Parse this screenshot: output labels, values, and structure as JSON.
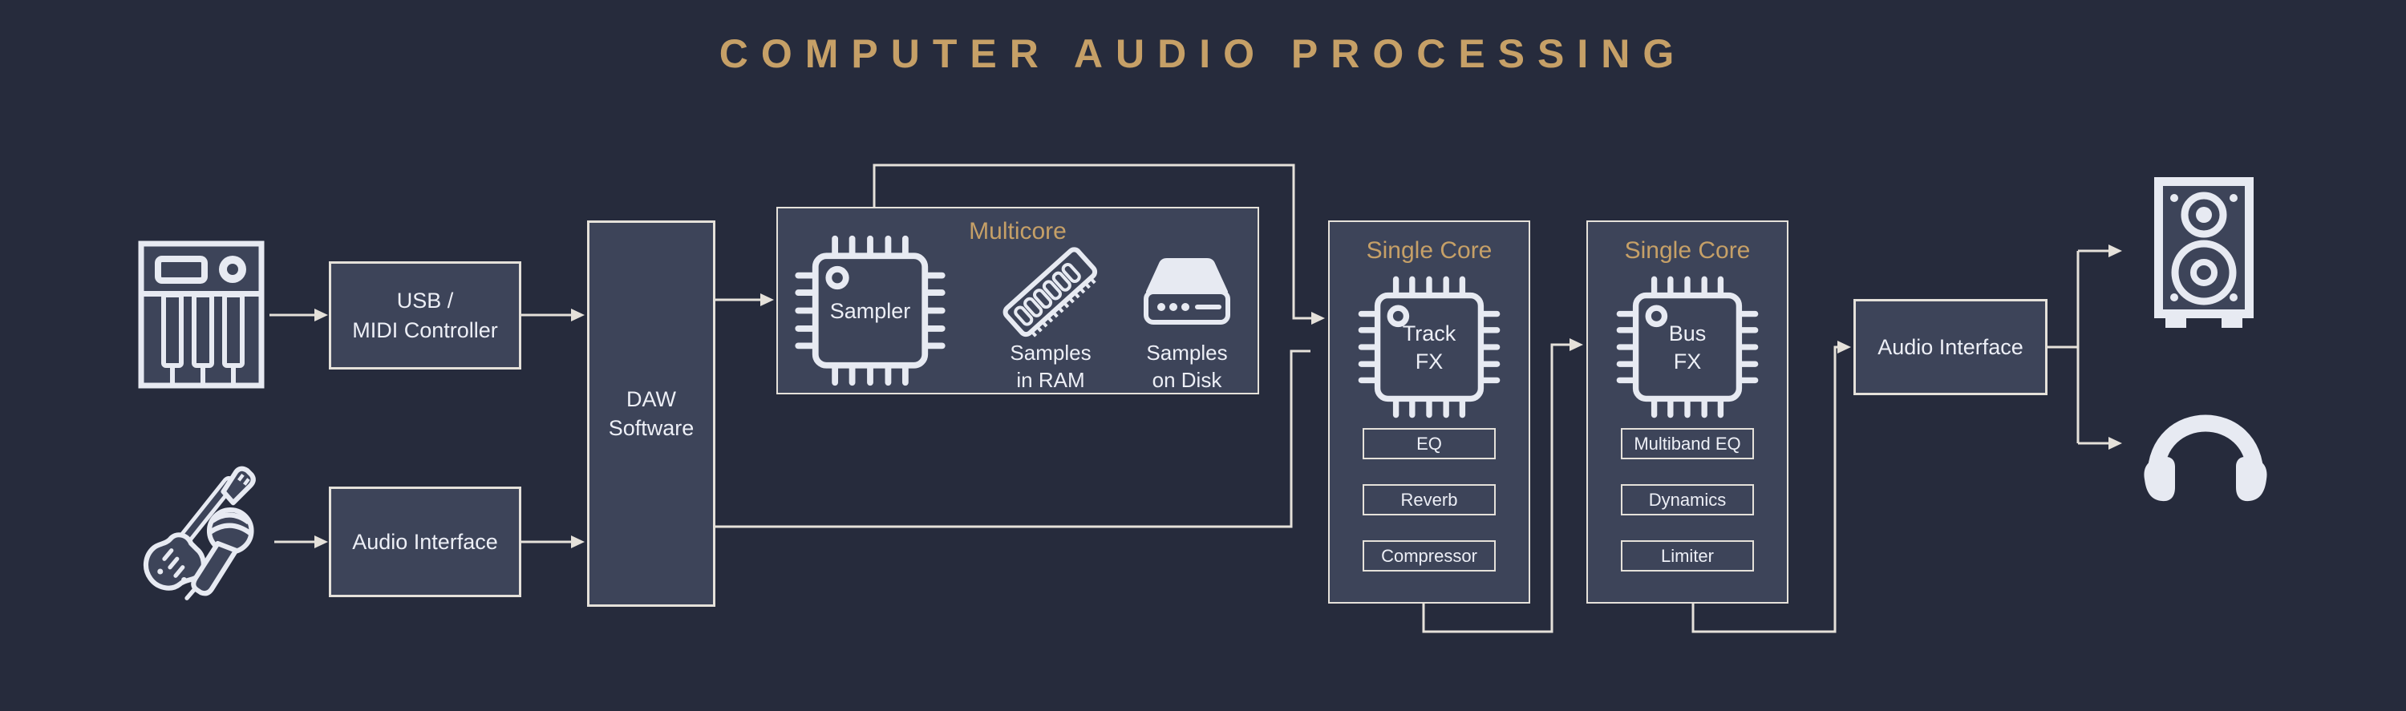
{
  "title": "COMPUTER AUDIO PROCESSING",
  "colors": {
    "background": "#262b3c",
    "panel_fill": "#3d4459",
    "line": "#e5e1da",
    "text": "#edeff6",
    "gold": "#c6a067",
    "icon": "#e7eaf2"
  },
  "nodes": {
    "usb_midi": {
      "line1": "USB /",
      "line2": "MIDI Controller"
    },
    "audio_interface_in": {
      "label": "Audio Interface"
    },
    "daw": {
      "line1": "DAW",
      "line2": "Software"
    },
    "multicore": {
      "title": "Multicore",
      "sampler_label": "Sampler",
      "ram_line1": "Samples",
      "ram_line2": "in RAM",
      "disk_line1": "Samples",
      "disk_line2": "on Disk"
    },
    "track_core": {
      "title": "Single Core",
      "chip_line1": "Track",
      "chip_line2": "FX",
      "fx": [
        "EQ",
        "Reverb",
        "Compressor"
      ]
    },
    "bus_core": {
      "title": "Single Core",
      "chip_line1": "Bus",
      "chip_line2": "FX",
      "fx": [
        "Multiband EQ",
        "Dynamics",
        "Limiter"
      ]
    },
    "audio_interface_out": {
      "label": "Audio Interface"
    }
  },
  "icons": [
    "midi-keyboard-icon",
    "guitar-microphone-icon",
    "cpu-chip-icon",
    "ram-stick-icon",
    "hard-disk-icon",
    "studio-speaker-icon",
    "headphones-icon"
  ]
}
